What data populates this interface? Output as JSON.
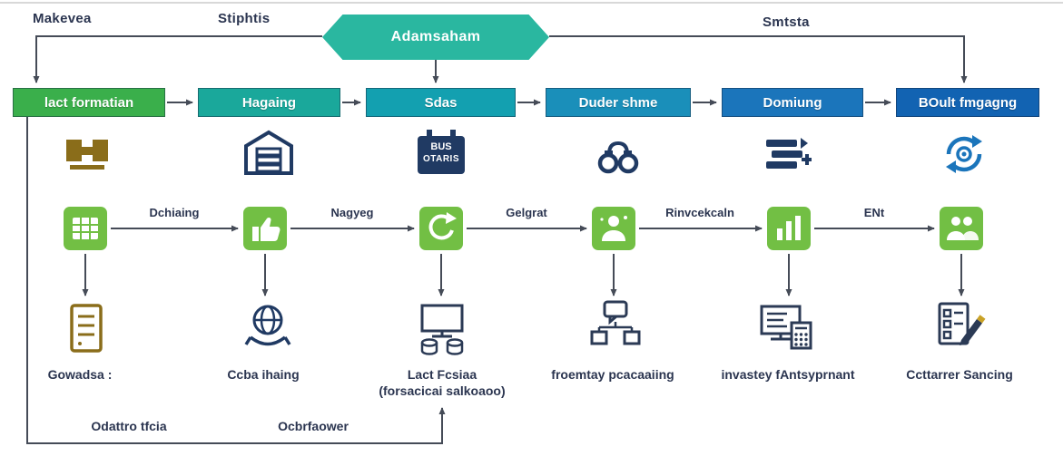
{
  "colors": {
    "hexagon_teal": "#2ab7a0",
    "stage_green": "#3aaf4b",
    "stage_teal": "#1aa89b",
    "stage_teal_blue": "#13a0b0",
    "stage_steel_blue": "#1a8fba",
    "stage_blue": "#1b75bb",
    "stage_dark_blue": "#1263b2",
    "icon_navy": "#203a63",
    "icon_gold": "#8a6d1a",
    "icon_green": "#72bf44",
    "connector_gray": "#454b57",
    "label_navy": "#2b3550"
  },
  "top": {
    "label_left": "Makevea",
    "label_mid": "Stiphtis",
    "label_right": "Smtsta",
    "hexagon_label": "Adamsaham"
  },
  "stages": [
    {
      "label": "lact formatian",
      "color": "#3aaf4b",
      "icon": "machine-blocks-icon"
    },
    {
      "label": "Hagaing",
      "color": "#1aa89b",
      "icon": "warehouse-icon"
    },
    {
      "label": "Sdas",
      "color": "#13a0b0",
      "icon": "calendar-icon"
    },
    {
      "label": "Duder shme",
      "color": "#1a8fba",
      "icon": "handcuffs-icon"
    },
    {
      "label": "Domiung",
      "color": "#1b75bb",
      "icon": "layers-icon"
    },
    {
      "label": "BOult fmgagng",
      "color": "#1263b2",
      "icon": "sync-gear-icon"
    }
  ],
  "calendar": {
    "line1": "BUS",
    "line2": "OTARIS"
  },
  "mid_flow": {
    "icons": [
      "spreadsheet-icon",
      "thumbs-up-icon",
      "refresh-icon",
      "person-icon",
      "bar-chart-icon",
      "people-icon"
    ],
    "labels": [
      "Dchiaing",
      "Nagyeg",
      "Gelgrat",
      "Rinvcekcaln",
      "ENt"
    ]
  },
  "bottom": {
    "captions": [
      {
        "line1": "Gowadsa :",
        "line2": ""
      },
      {
        "line1": "Ccba ihaing",
        "line2": ""
      },
      {
        "line1": "Lact Fcsiaa",
        "line2": "(forsacicai salkoaoo)"
      },
      {
        "line1": "froemtay pcacaaiing",
        "line2": ""
      },
      {
        "line1": "invastey fAntsyprnant",
        "line2": ""
      },
      {
        "line1": "Ccttarrer Sancing",
        "line2": ""
      }
    ],
    "loop_labels": [
      "Odattro tfcia",
      "Ocbrfaower"
    ]
  }
}
